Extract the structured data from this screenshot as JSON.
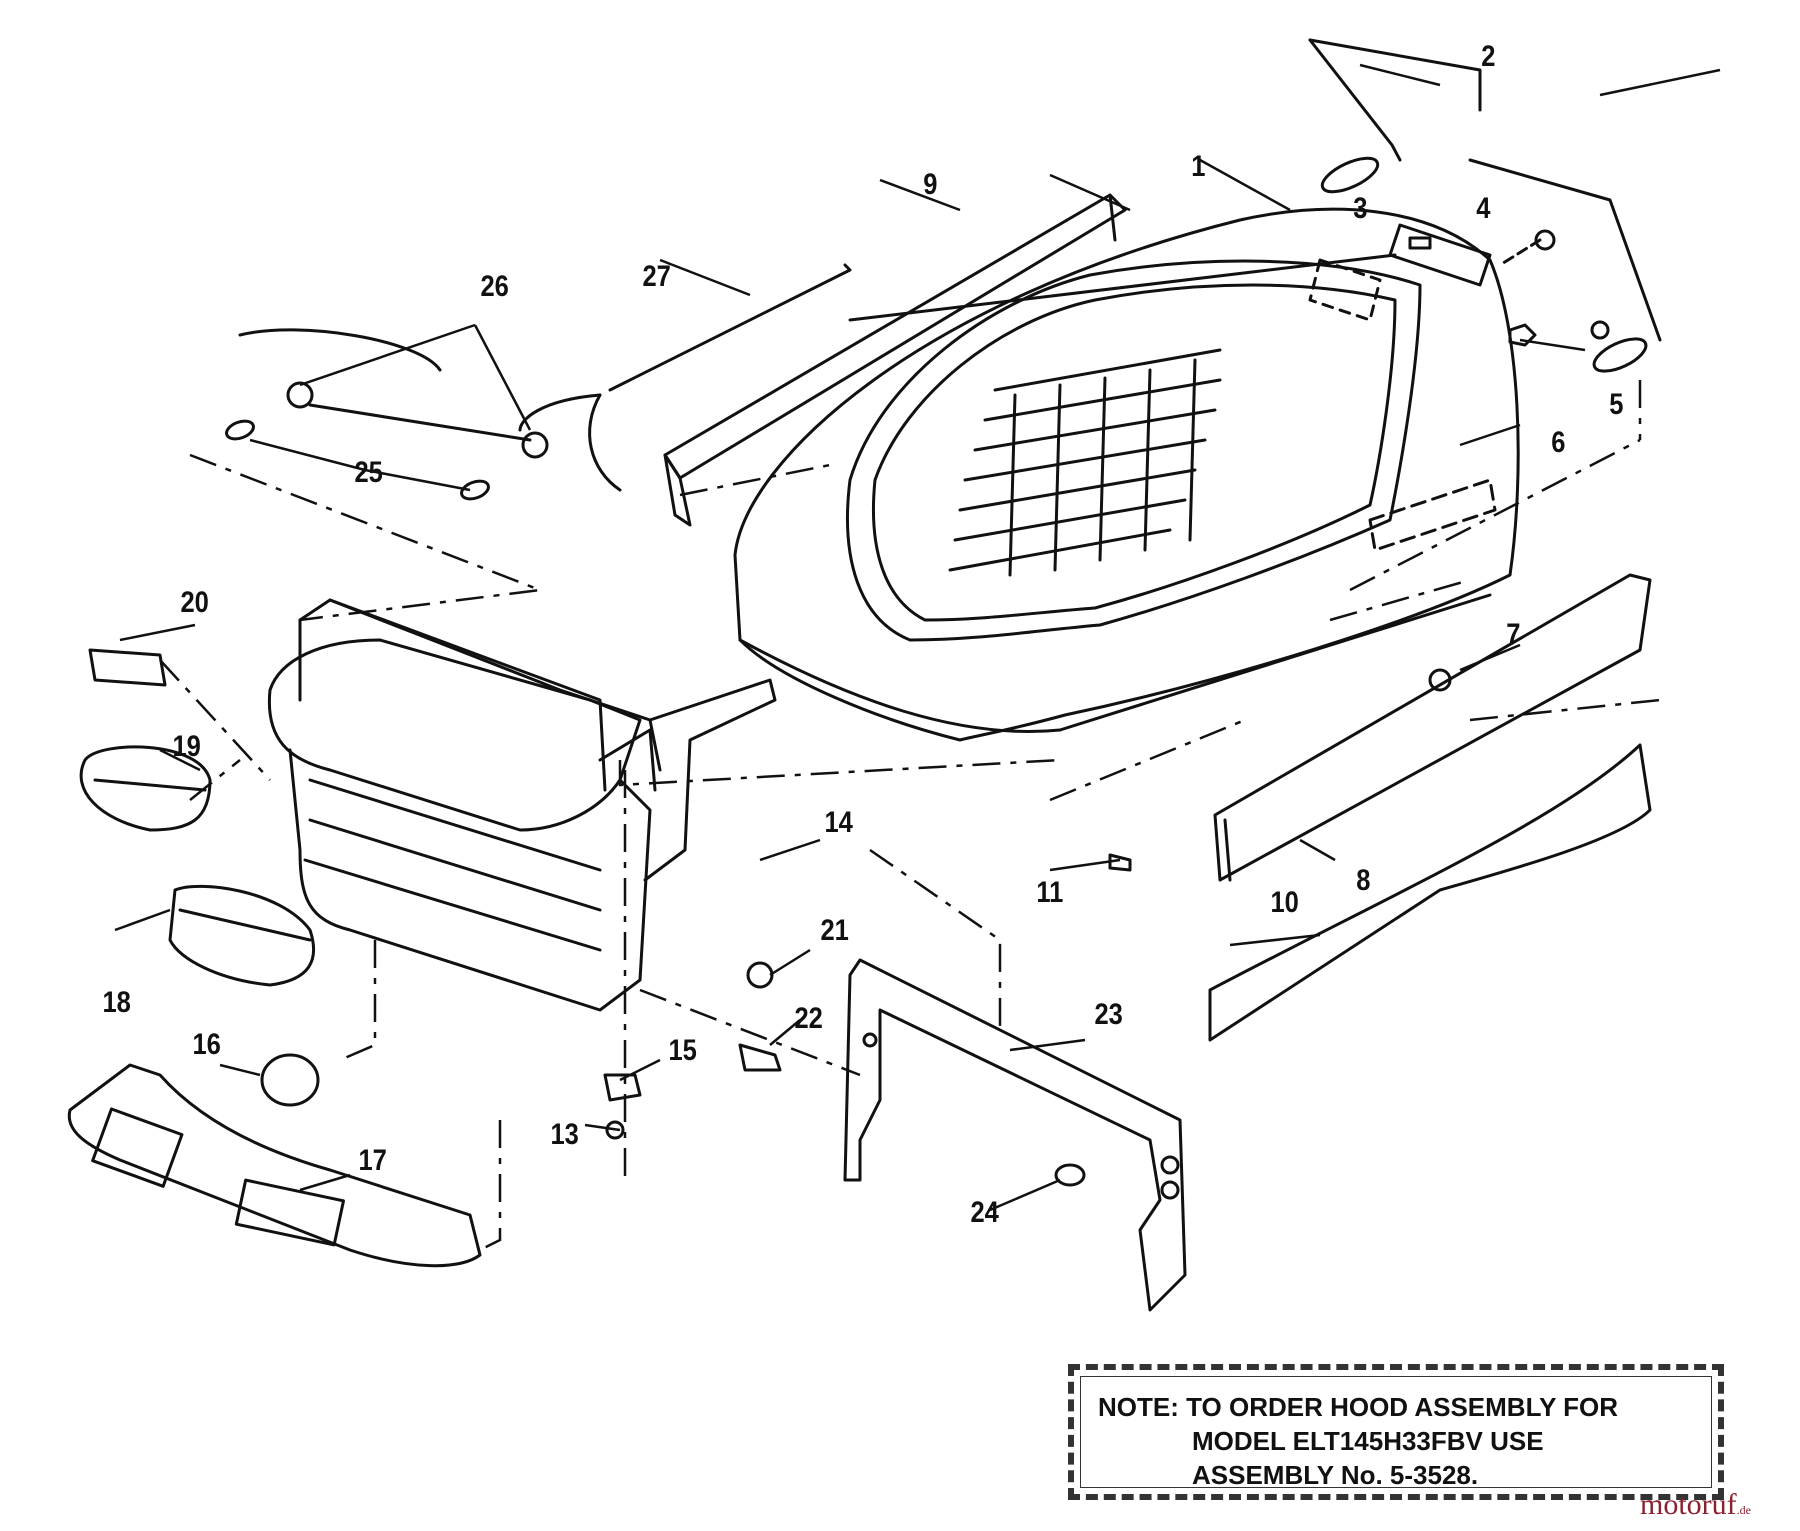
{
  "diagram": {
    "labels": {
      "p1": "1",
      "p2": "2",
      "p3": "3",
      "p4": "4",
      "p5": "5",
      "p6": "6",
      "p7": "7",
      "p8": "8",
      "p9": "9",
      "p10": "10",
      "p11": "11",
      "p13": "13",
      "p14": "14",
      "p15": "15",
      "p16": "16",
      "p17": "17",
      "p18": "18",
      "p19": "19",
      "p20": "20",
      "p21": "21",
      "p22": "22",
      "p23": "23",
      "p24": "24",
      "p25": "25",
      "p26": "26",
      "p27": "27"
    },
    "note": {
      "line1": "NOTE: TO ORDER HOOD ASSEMBLY FOR",
      "line2": "MODEL ELT145H33FBV USE",
      "line3": "ASSEMBLY No. 5-3528."
    },
    "watermark": {
      "main": "motoruf",
      "suffix": ".de"
    }
  }
}
